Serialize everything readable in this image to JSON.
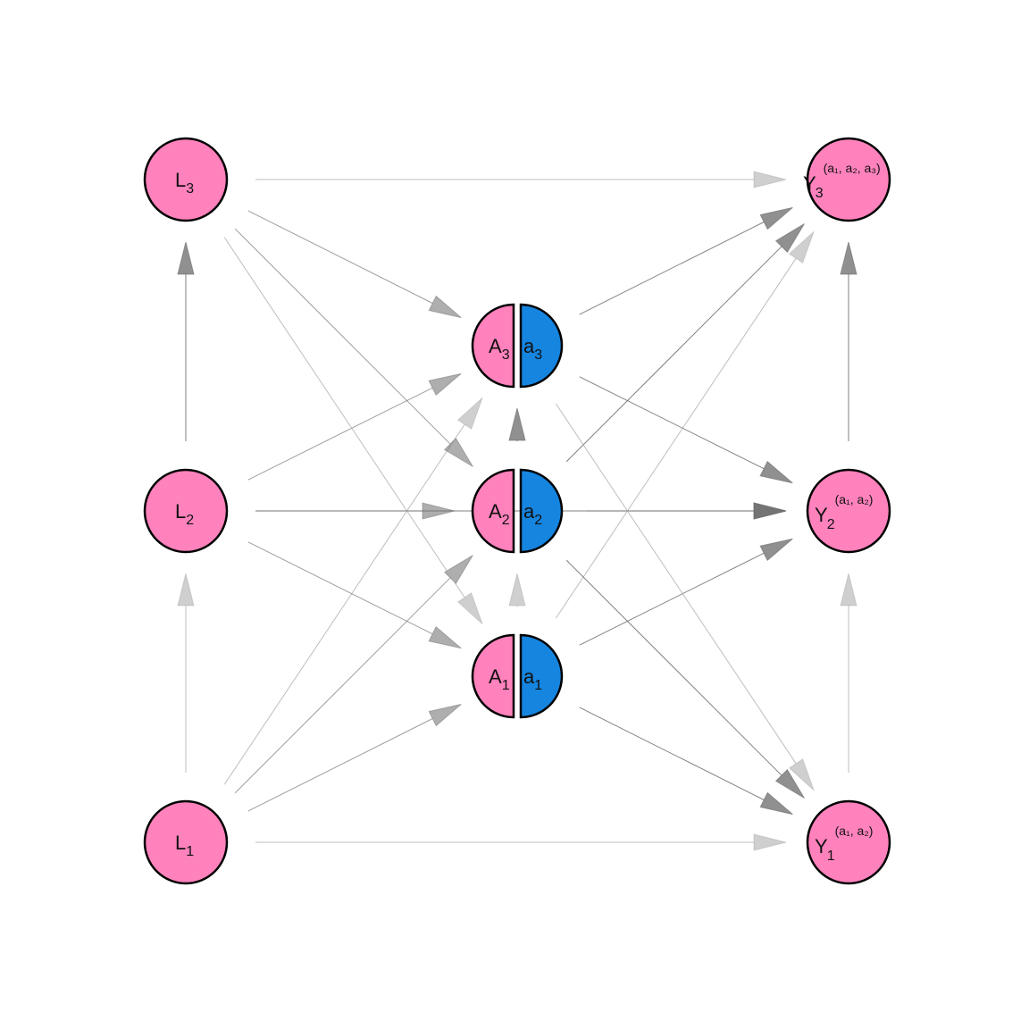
{
  "colors": {
    "node_fill": "#ff82bd",
    "intervention_fill": "#1585e0",
    "node_stroke": "#000000",
    "edge": "#6b6b6b",
    "edge_light": "#a8a8a8",
    "background": "#ffffff"
  },
  "nodes": {
    "L3": {
      "base": "L",
      "sub": "3",
      "sup": ""
    },
    "L2": {
      "base": "L",
      "sub": "2",
      "sup": ""
    },
    "L1": {
      "base": "L",
      "sub": "1",
      "sup": ""
    },
    "A3": {
      "base": "A",
      "sub": "3",
      "sup": "",
      "intervention": "a",
      "intervention_sub": "3"
    },
    "A2": {
      "base": "A",
      "sub": "2",
      "sup": "",
      "intervention": "a",
      "intervention_sub": "2"
    },
    "A1": {
      "base": "A",
      "sub": "1",
      "sup": "",
      "intervention": "a",
      "intervention_sub": "1"
    },
    "Y3": {
      "base": "Y",
      "sub": "3",
      "sup": "(a₁, a₂, a₃)"
    },
    "Y2": {
      "base": "Y",
      "sub": "2",
      "sup": "(a₁, a₂)"
    },
    "Y1": {
      "base": "Y",
      "sub": "1",
      "sup": "(a₁, a₂)"
    }
  },
  "edges": [
    {
      "from": "L1",
      "to": "L2",
      "shade": "light"
    },
    {
      "from": "L2",
      "to": "L3",
      "shade": "dark"
    },
    {
      "from": "L1",
      "to": "A1",
      "shade": "mid"
    },
    {
      "from": "L1",
      "to": "A2",
      "shade": "mid"
    },
    {
      "from": "L1",
      "to": "A3",
      "shade": "light"
    },
    {
      "from": "L1",
      "to": "Y1",
      "shade": "light"
    },
    {
      "from": "L2",
      "to": "A1",
      "shade": "mid"
    },
    {
      "from": "L2",
      "to": "A2",
      "shade": "mid"
    },
    {
      "from": "L2",
      "to": "A3",
      "shade": "mid"
    },
    {
      "from": "L2",
      "to": "Y2",
      "shade": "dark"
    },
    {
      "from": "L3",
      "to": "A1",
      "shade": "light"
    },
    {
      "from": "L3",
      "to": "A2",
      "shade": "mid"
    },
    {
      "from": "L3",
      "to": "A3",
      "shade": "mid"
    },
    {
      "from": "L3",
      "to": "Y3",
      "shade": "light"
    },
    {
      "from": "A1",
      "to": "A2",
      "shade": "light"
    },
    {
      "from": "A2",
      "to": "A3",
      "shade": "dark"
    },
    {
      "from": "A1",
      "to": "Y1",
      "shade": "dark"
    },
    {
      "from": "A1",
      "to": "Y2",
      "shade": "dark"
    },
    {
      "from": "A1",
      "to": "Y3",
      "shade": "light"
    },
    {
      "from": "A2",
      "to": "Y1",
      "shade": "dark"
    },
    {
      "from": "A2",
      "to": "Y2",
      "shade": "dark"
    },
    {
      "from": "A2",
      "to": "Y3",
      "shade": "dark"
    },
    {
      "from": "A3",
      "to": "Y1",
      "shade": "light"
    },
    {
      "from": "A3",
      "to": "Y2",
      "shade": "dark"
    },
    {
      "from": "A3",
      "to": "Y3",
      "shade": "dark"
    },
    {
      "from": "Y1",
      "to": "Y2",
      "shade": "light"
    },
    {
      "from": "Y2",
      "to": "Y3",
      "shade": "dark"
    }
  ]
}
